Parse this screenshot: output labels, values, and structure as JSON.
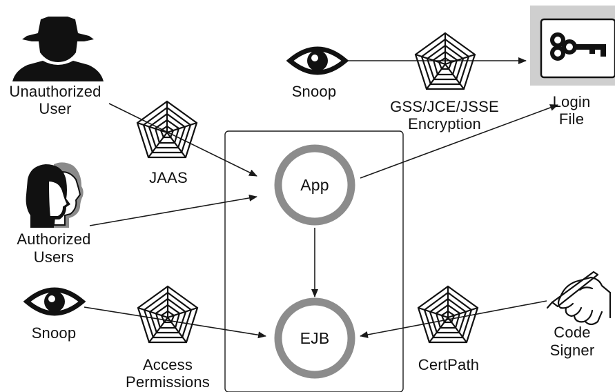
{
  "nodes": {
    "app": "App",
    "ejb": "EJB"
  },
  "actors": {
    "unauthorized_user": [
      "Unauthorized",
      "User"
    ],
    "authorized_users": [
      "Authorized",
      "Users"
    ],
    "snoop_top": "Snoop",
    "snoop_bottom": "Snoop",
    "login_file": [
      "Login",
      "File"
    ],
    "code_signer": [
      "Code",
      "Signer"
    ]
  },
  "guards": {
    "jaas": "JAAS",
    "gss": [
      "GSS/JCE/JSSE",
      "Encryption"
    ],
    "access_permissions": [
      "Access",
      "Permissions"
    ],
    "certpath": "CertPath"
  },
  "colors": {
    "ring": "#8c8c8c",
    "line": "#1a1a1a",
    "figure": "#111111",
    "hair_back": "#8a8a8a",
    "file_frame": "#cfcfcf"
  },
  "icons": {
    "unauthorized_user": "spy-silhouette-icon",
    "authorized_users": "two-heads-icon",
    "snoop": "eye-icon",
    "login_file": "key-icon",
    "code_signer": "hand-with-pen-icon",
    "guard": "spider-web-icon"
  }
}
